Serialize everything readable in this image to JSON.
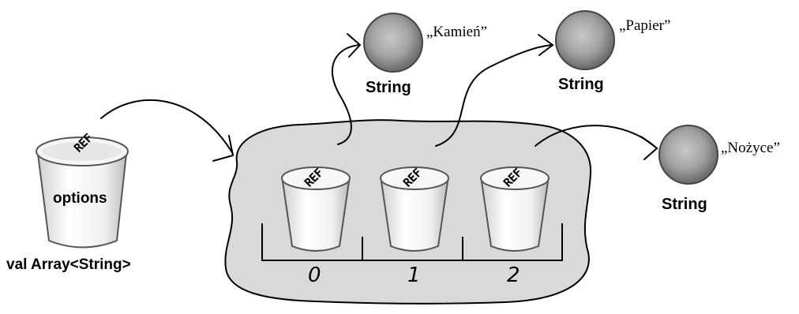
{
  "variable": {
    "ref_label": "REF",
    "name": "options",
    "type": "val Array<String>"
  },
  "array": {
    "slots": [
      {
        "index": "0",
        "ref_label": "REF"
      },
      {
        "index": "1",
        "ref_label": "REF"
      },
      {
        "index": "2",
        "ref_label": "REF"
      }
    ]
  },
  "objects": [
    {
      "type_label": "String",
      "value": "„Kamień”"
    },
    {
      "type_label": "String",
      "value": "„Papier”"
    },
    {
      "type_label": "String",
      "value": "„Nożyce”"
    }
  ],
  "colors": {
    "array_fill": "#d9d9d9",
    "ball_fill": "#9a9a9a",
    "cup_fill": "#f2f2f2",
    "ink": "#000000"
  }
}
